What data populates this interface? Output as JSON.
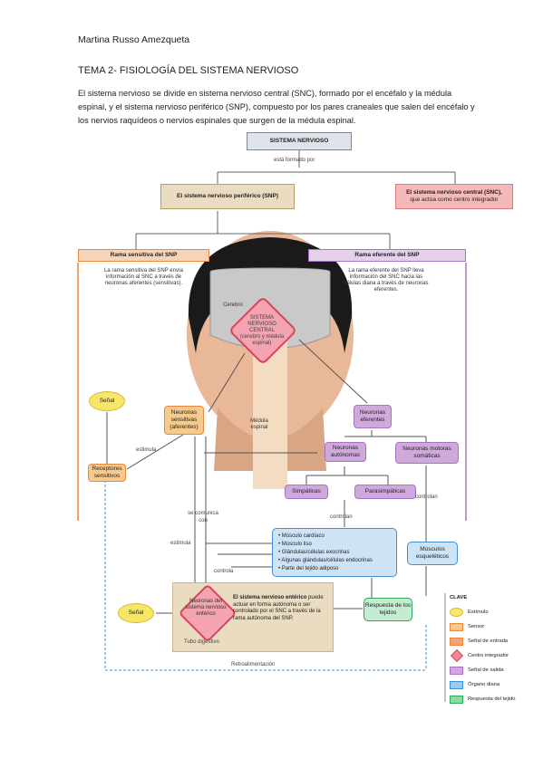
{
  "header": {
    "author": "Martina Russo Amezqueta",
    "title": "TEMA 2- FISIOLOGÍA DEL SISTEMA NERVIOSO",
    "intro": "El sistema nervioso se divide en sistema nervioso central (SNC), formado por el encéfalo y la médula espinal, y el sistema nervioso periférico (SNP), compuesto por los pares craneales que salen del encéfalo y los nervios raquídeos o nervios espinales que surgen de la médula espinal."
  },
  "diagram": {
    "sistema_nervioso": "SISTEMA NERVIOSO",
    "esta_formado_por": "está formado por",
    "snp": "El sistema nervioso periférico (SNP)",
    "snc": "El sistema nervioso central (SNC),",
    "snc_sub": "que actúa como centro integrador",
    "rama_sensitiva_title": "Rama sensitiva del SNP",
    "rama_sensitiva_text": "La rama sensitiva del SNP envía información al SNC a través de neuronas aferentes (sensitivas).",
    "rama_eferente_title": "Rama eferente del SNP",
    "rama_eferente_text": "La rama eferente del SNP lleva información del SNC hacia las células diana a través de neuronas eferentes.",
    "cerebro": "Cerebro",
    "snc_center": "SISTEMA NERVIOSO CENTRAL",
    "snc_center_sub": "(cerebro y médula espinal)",
    "medula": "Médula espinal",
    "senal_top": "Señal",
    "neuronas_sensitivas": "Neuronas sensitivas (aferentes)",
    "estimula_1": "estimula",
    "receptores": "Receptores sensitivos",
    "neuronas_eferentes": "Neuronas eferentes",
    "neuronas_autonomas": "Neuronas autónomas",
    "neuronas_motoras": "Neuronas motoras somáticas",
    "simpaticas": "Simpáticas",
    "parasimpaticas": "Parasimpáticas",
    "controlan_1": "controlan",
    "controlan_2": "controlan",
    "se_comunica_con": "se comunica con",
    "estimula_2": "estimula",
    "controla": "controla",
    "organos": [
      "• Músculo cardíaco",
      "• Músculo liso",
      "• Glándulas/células exocrinas",
      "• Algunas glándulas/células endocrinas",
      "• Parte del tejido adiposo"
    ],
    "musculos": "Músculos esqueléticos",
    "senal_bottom": "Señal",
    "entérico_diamond": "Neuronas del sistema nervioso entérico",
    "enterico_title": "El sistema nervioso entérico",
    "enterico_text": "puede actuar en forma autónoma o ser controlado por el SNC a través de la rama autónoma del SNP.",
    "tubo_digestivo": "Tubo digestivo",
    "respuesta": "Respuesta de los tejidos",
    "retroalimentacion": "Retroalimentación"
  },
  "legend": {
    "title": "CLAVE",
    "items": [
      {
        "label": "Estímulo",
        "color": "#f6e66a",
        "shape": "oval"
      },
      {
        "label": "Sensor",
        "color": "#f7c98a",
        "shape": "rect"
      },
      {
        "label": "Señal de entrada",
        "color": "#f3a37a",
        "shape": "rect"
      },
      {
        "label": "Centro integrador",
        "color": "#ef8a94",
        "shape": "diamond"
      },
      {
        "label": "Señal de salida",
        "color": "#cfa9dc",
        "shape": "rect"
      },
      {
        "label": "Órgano diana",
        "color": "#9ec9ec",
        "shape": "rect"
      },
      {
        "label": "Respuesta del tejido",
        "color": "#8fd6a6",
        "shape": "rect"
      }
    ]
  },
  "colors": {
    "tan": "#eadcc0",
    "pink": "#f5b9b9",
    "orange_border": "#e9883f",
    "purple_border": "#a874c2",
    "blue_border": "#3f8fd4",
    "green_border": "#2fa95a"
  }
}
